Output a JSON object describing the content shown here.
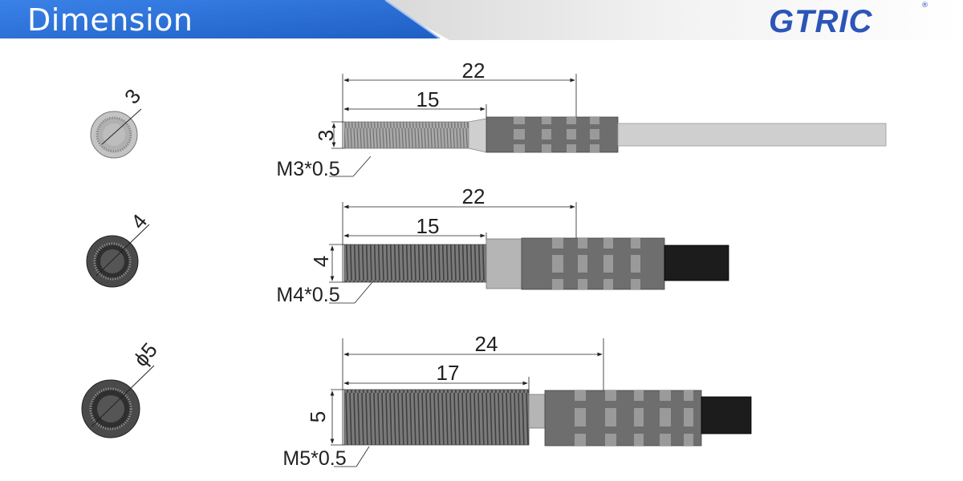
{
  "header": {
    "title": "Dimension",
    "logo": "GTRIC",
    "logo_mark": "®",
    "accent": "#2b6fd6",
    "logo_color": "#2b55b8"
  },
  "sensors": [
    {
      "end_view_label": "3",
      "total_length": "22",
      "thread_length": "15",
      "diameter": "3",
      "thread_spec": "M3*0.5",
      "cable_color": "#cfcfcf"
    },
    {
      "end_view_label": "4",
      "total_length": "22",
      "thread_length": "15",
      "diameter": "4",
      "thread_spec": "M4*0.5",
      "cable_color": "#1c1c1c"
    },
    {
      "end_view_label": "ϕ5",
      "total_length": "24",
      "thread_length": "17",
      "diameter": "5",
      "thread_spec": "M5*0.5",
      "cable_color": "#1c1c1c"
    }
  ]
}
